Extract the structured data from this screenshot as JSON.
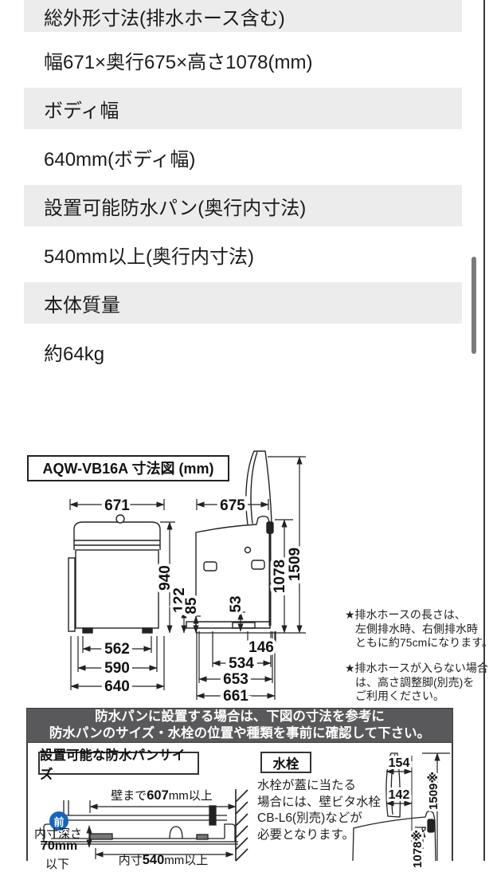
{
  "specs": [
    {
      "label": "総外形寸法(排水ホース含む)",
      "value": "幅671×奥行675×高さ1078(mm)"
    },
    {
      "label": "ボディ幅",
      "value": "640mm(ボディ幅)"
    },
    {
      "label": "設置可能防水パン(奥行内寸法)",
      "value": "540mm以上(奥行内寸法)"
    },
    {
      "label": "本体質量",
      "value": "約64kg"
    }
  ],
  "figure": {
    "title": "AQW-VB16A 寸法図 (mm)",
    "front": {
      "width_top": "671",
      "height": "940",
      "h122": "122",
      "h85": "85",
      "bottom_widths": [
        "562",
        "590",
        "640"
      ]
    },
    "side": {
      "depth_top": "675",
      "h1078": "1078",
      "h1509": "1509",
      "h53": "53",
      "w146": "146",
      "bottom_depths": [
        "534",
        "653",
        "661"
      ]
    },
    "notes": [
      [
        "★排水ホースの長さは、",
        "左側排水時、右側排水時",
        "ともに約75cmになります。"
      ],
      [
        "★排水ホースが入らない場合",
        "は、高さ調整脚(別売)を",
        "ご利用ください。"
      ]
    ]
  },
  "pan": {
    "banner_line1": "防水パンに設置する場合は、下図の寸法を参考に",
    "banner_line2": "防水パンのサイズ・水栓の位置や種類を事前に確認して下さい。",
    "pan_size_label": "設置可能な防水パンサイズ",
    "faucet_label": "水栓",
    "faucet_note": [
      "水栓が蓋に当たる",
      "場合には、壁ビタ水栓",
      "CB-L6(別売)などが",
      "必要となります。"
    ],
    "wall_clearance": {
      "pre": "壁まで",
      "num": "607",
      "post": "mm以上"
    },
    "inner_width": {
      "pre": "内寸",
      "num": "540",
      "post": "mm以上"
    },
    "front_badge": "前",
    "depth_label": "内寸深さ",
    "depth_value": "70mm",
    "depth_suffix": "以下",
    "d154": "154",
    "d142": "142",
    "d1509": "1509※",
    "d1078": "1078※"
  },
  "colors": {
    "header_bg": "#ececec",
    "banner_bg": "#59595b",
    "badge_blue": "#1565c0"
  }
}
